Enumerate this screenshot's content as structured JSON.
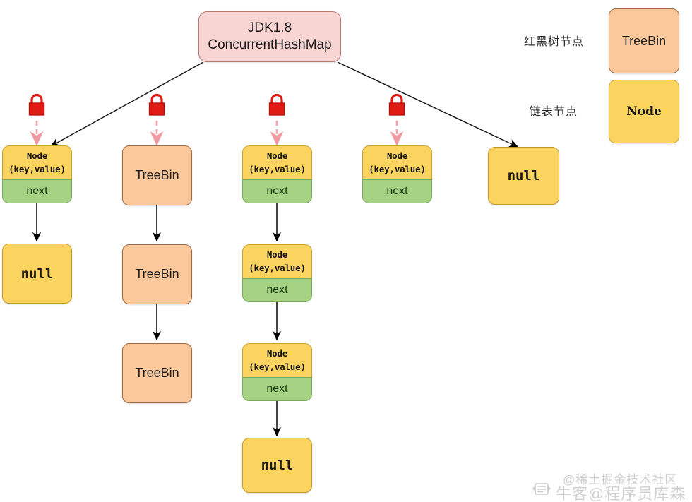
{
  "diagram": {
    "title_box": {
      "line1": "JDK1.8",
      "line2": "ConcurrentHashMap"
    },
    "node_label_head": "Node",
    "node_label_kv": "(key,value)",
    "node_label_next": "next",
    "treebin_label": "TreeBin",
    "null_label": "null",
    "lock_icon_name": "red-padlock"
  },
  "columns": [
    {
      "index": 1,
      "locked": true,
      "chain": [
        {
          "type": "node",
          "head": "Node",
          "kv": "(key,value)",
          "next": "next"
        },
        {
          "type": "null",
          "label": "null"
        }
      ]
    },
    {
      "index": 2,
      "locked": true,
      "chain": [
        {
          "type": "treebin",
          "label": "TreeBin"
        },
        {
          "type": "treebin",
          "label": "TreeBin"
        },
        {
          "type": "treebin",
          "label": "TreeBin"
        }
      ]
    },
    {
      "index": 3,
      "locked": true,
      "chain": [
        {
          "type": "node",
          "head": "Node",
          "kv": "(key,value)",
          "next": "next"
        },
        {
          "type": "node",
          "head": "Node",
          "kv": "(key,value)",
          "next": "next"
        },
        {
          "type": "node",
          "head": "Node",
          "kv": "(key,value)",
          "next": "next"
        },
        {
          "type": "null",
          "label": "null"
        }
      ]
    },
    {
      "index": 4,
      "locked": true,
      "chain": [
        {
          "type": "node",
          "head": "Node",
          "kv": "(key,value)",
          "next": "next"
        }
      ]
    },
    {
      "index": 5,
      "locked": false,
      "chain": [
        {
          "type": "null",
          "label": "null"
        }
      ]
    }
  ],
  "legend": {
    "items": [
      {
        "label": "红黑树节点",
        "sample": "TreeBin",
        "sample_type": "treebin"
      },
      {
        "label": "链表节点",
        "sample": "Node",
        "sample_type": "node"
      }
    ]
  },
  "watermarks": {
    "top": "@稀土掘金技术社区",
    "bottom": "牛客@程序员库森"
  },
  "colors": {
    "root_fill": "#f8d5d2",
    "root_stroke": "#b97a72",
    "treebin_fill": "#fac89a",
    "treebin_stroke": "#9c6b46",
    "node_fill": "#fad45e",
    "node_stroke": "#c8a22f",
    "next_fill": "#a6d383",
    "next_stroke": "#78a85c",
    "lock_red": "#e01b13",
    "lock_arrow_pink": "#f4a0a8",
    "arrow_black": "#000000"
  }
}
